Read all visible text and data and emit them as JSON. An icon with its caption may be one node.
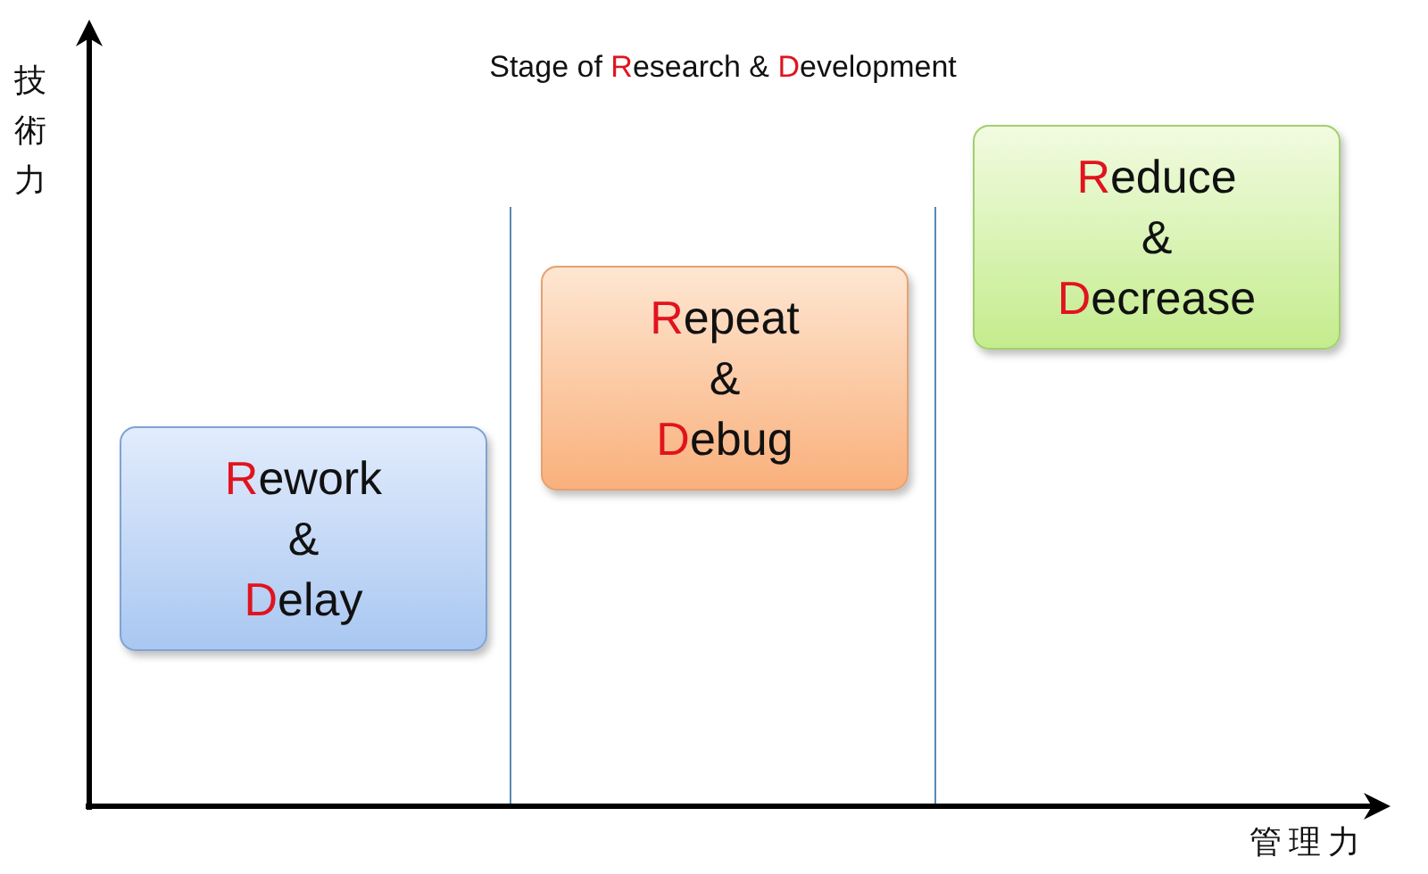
{
  "diagram": {
    "title": "Stage of **R**esearch & **D**evelopment",
    "nodes": [
      {
        "text": [
          "**R**ework & **D**elay"
        ]
      },
      {
        "text": [
          "**R**epeat & **D**ebug"
        ]
      },
      {
        "text": [
          "**R**educe & **D**ecrease"
        ]
      }
    ],
    "labels": [
      "技術力",
      "管理力"
    ]
  }
}
